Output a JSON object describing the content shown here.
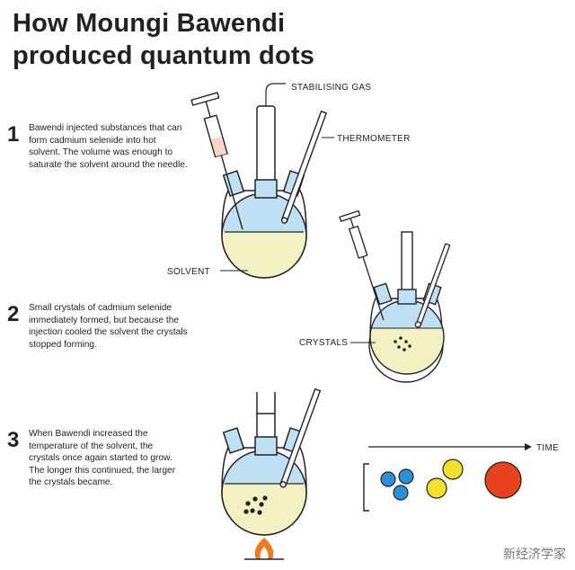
{
  "title": {
    "line1": "How Moungi Bawendi",
    "line2": "produced quantum dots"
  },
  "steps": [
    {
      "number": "1",
      "text": "Bawendi injected substances that can form cadmium selenide into hot solvent. The volume was enough to saturate the solvent around the needle."
    },
    {
      "number": "2",
      "text": "Small crystals of cadmium selenide immediately formed, but because the injection cooled the solvent the crystals stopped forming."
    },
    {
      "number": "3",
      "text": "When Bawendi increased the temperature of the solvent, the crystals once again started to grow. The longer this continued, the larger the crystals became."
    }
  ],
  "labels": {
    "stabilising_gas": "STABILISING GAS",
    "thermometer": "THERMOMETER",
    "solvent": "SOLVENT",
    "crystals": "CRYSTALS",
    "time": "TIME"
  },
  "watermark": "新经济学家",
  "colors": {
    "solvent": "#f3f1c4",
    "glass_top": "#bfe0f2",
    "injection": "#f6d5c9",
    "dot_blue": "#2b8fd6",
    "dot_yellow": "#f2e02a",
    "dot_red": "#e8431f",
    "flame": "#f07a22"
  },
  "icons": [
    "syringe-icon",
    "flask-icon",
    "thermometer-icon",
    "flame-icon",
    "quantum-dot-icon",
    "arrow-right-icon"
  ]
}
